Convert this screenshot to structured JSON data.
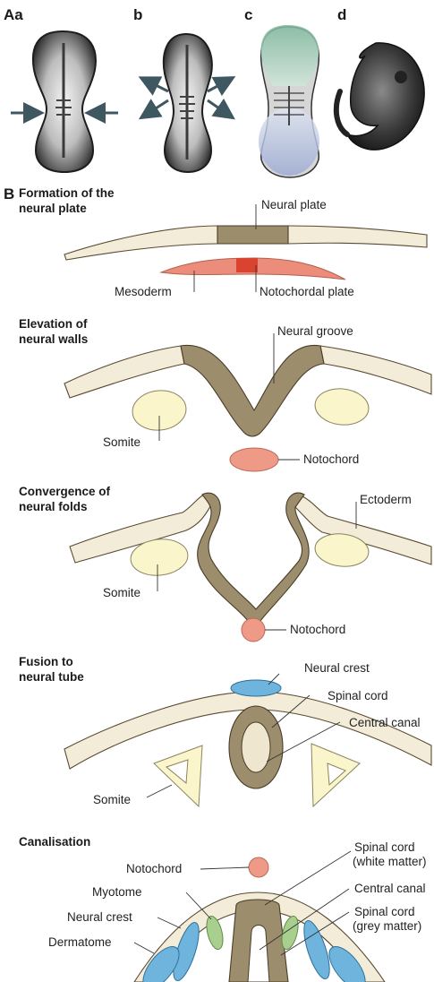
{
  "panel_a": {
    "label_a": "Aa",
    "label_b": "b",
    "label_c": "c",
    "label_d": "d"
  },
  "panel_b": {
    "label": "B",
    "stage1": {
      "title_line1": "Formation of the",
      "title_line2": "neural plate",
      "neural_plate": "Neural plate",
      "mesoderm": "Mesoderm",
      "notochordal_plate": "Notochordal plate"
    },
    "stage2": {
      "title_line1": "Elevation of",
      "title_line2": "neural walls",
      "neural_groove": "Neural groove",
      "somite": "Somite",
      "notochord": "Notochord"
    },
    "stage3": {
      "title_line1": "Convergence of",
      "title_line2": "neural folds",
      "ectoderm": "Ectoderm",
      "somite": "Somite",
      "notochord": "Notochord"
    },
    "stage4": {
      "title_line1": "Fusion to",
      "title_line2": "neural tube",
      "neural_crest": "Neural crest",
      "spinal_cord": "Spinal cord",
      "central_canal": "Central canal",
      "somite": "Somite"
    },
    "stage5": {
      "title": "Canalisation",
      "notochord": "Notochord",
      "myotome": "Myotome",
      "neural_crest": "Neural crest",
      "dermatome": "Dermatome",
      "spinal_cord_white_1": "Spinal cord",
      "spinal_cord_white_2": "(white matter)",
      "central_canal": "Central canal",
      "spinal_cord_grey_1": "Spinal cord",
      "spinal_cord_grey_2": "(grey matter)"
    }
  }
}
